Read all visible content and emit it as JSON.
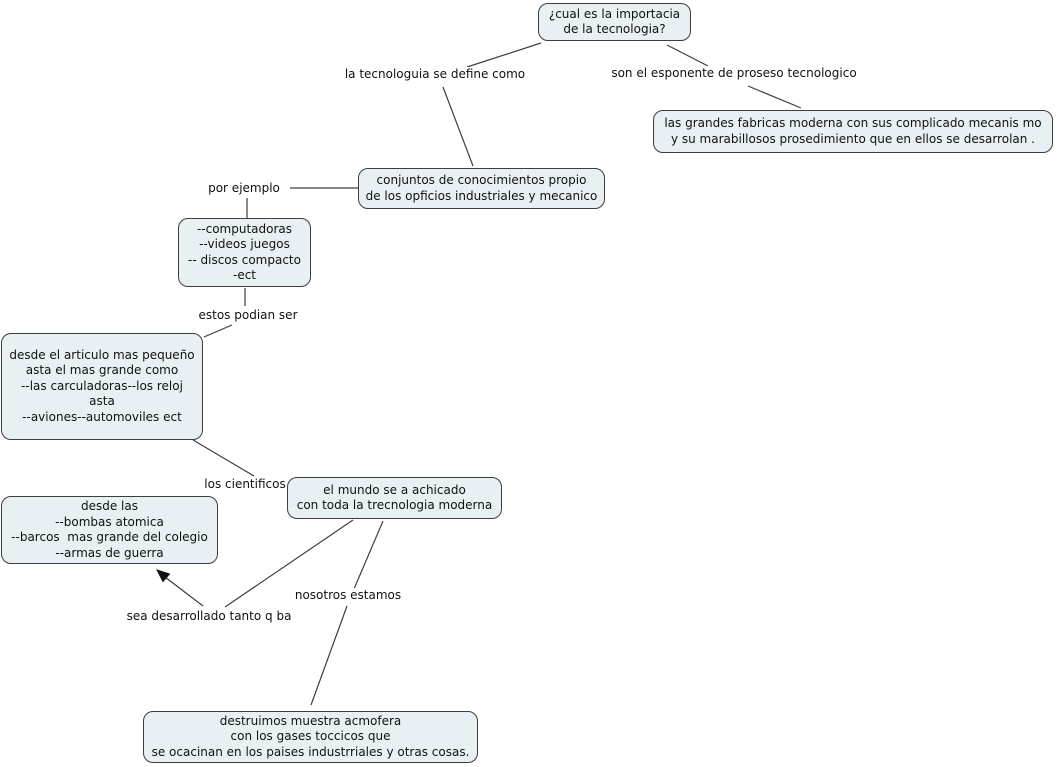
{
  "diagram": {
    "kind": "concept-map",
    "language": "es"
  },
  "colors": {
    "background": "#ffffff",
    "node_fill": "#e9f0f3",
    "node_border": "#3d3d3d",
    "connector": "#3d3d3d",
    "text": "#111111"
  },
  "nodes": {
    "pregunta": {
      "text": "¿cual es la importacia\nde la tecnologia?"
    },
    "fabricas": {
      "text": "las grandes fabricas moderna con sus complicado mecanis mo\ny su marabillosos prosedimiento que en ellos se desarrolan ."
    },
    "conjuntos": {
      "text": "conjuntos de conocimientos propio\nde los opficios industriales y mecanico"
    },
    "computadoras": {
      "text": "--computadoras\n--videos juegos\n-- discos compacto\n-ect"
    },
    "articulo": {
      "text": "desde el articulo mas pequeño\nasta el mas grande como\n--las carculadoras--los reloj\nasta\n--aviones--automoviles ect"
    },
    "mundo": {
      "text": "el mundo se a achicado\ncon toda la trecnologia moderna"
    },
    "armas": {
      "text": "desde las\n--bombas atomica\n--barcos  mas grande del colegio\n--armas de guerra"
    },
    "destruimos": {
      "text": "destruimos muestra acmofera\ncon los gases toccicos que\nse ocacinan en los paises industrriales y otras cosas."
    }
  },
  "links": {
    "se_define": {
      "text": "la tecnologuia se define como"
    },
    "esponente": {
      "text": "son el esponente de proseso tecnologico"
    },
    "por_ejemplo": {
      "text": "por ejemplo"
    },
    "estos_podian": {
      "text": "estos podian ser"
    },
    "cientificos": {
      "text": "los cientificos"
    },
    "nosotros": {
      "text": "nosotros estamos"
    },
    "sea_desarrollado": {
      "text": "sea desarrollado tanto q ba"
    }
  }
}
